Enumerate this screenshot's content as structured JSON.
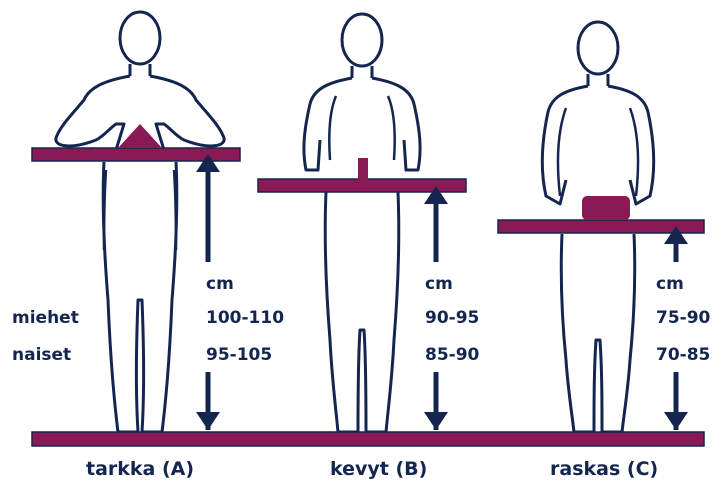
{
  "colors": {
    "surface": "#8a1a55",
    "outline": "#14264f",
    "arrow": "#14264f",
    "text": "#14264f"
  },
  "row_labels": {
    "men": "miehet",
    "women": "naiset"
  },
  "unit": "cm",
  "workstations": [
    {
      "caption": "tarkka (A)",
      "men": "100-110",
      "women": "95-105",
      "object": "triangle-workpiece"
    },
    {
      "caption": "kevyt (B)",
      "men": "90-95",
      "women": "85-90",
      "object": "small-part"
    },
    {
      "caption": "raskas (C)",
      "men": "75-90",
      "women": "70-85",
      "object": "heavy-box"
    }
  ]
}
